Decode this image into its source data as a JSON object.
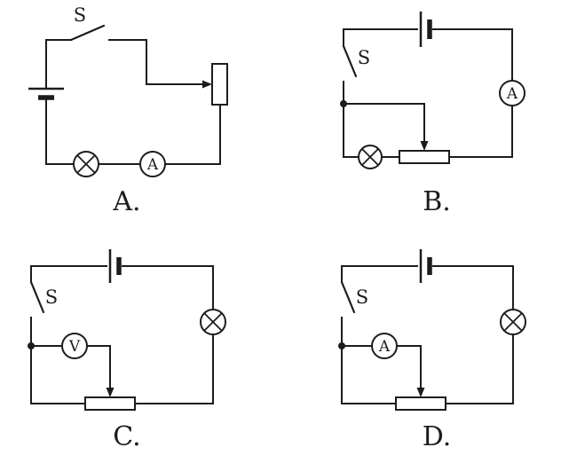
{
  "page": {
    "background": "#ffffff",
    "line_color": "#1c1c1c"
  },
  "circuits": [
    {
      "caption": "A.",
      "switch_label": "S",
      "meter_label": "A",
      "components": [
        "switch",
        "battery",
        "rheostat",
        "wiper-arrow",
        "lamp",
        "ammeter"
      ]
    },
    {
      "caption": "B.",
      "switch_label": "S",
      "meter_label": "A",
      "components": [
        "battery",
        "switch",
        "junction-dot",
        "wiper-arrow",
        "rheostat",
        "lamp",
        "ammeter"
      ]
    },
    {
      "caption": "C.",
      "switch_label": "S",
      "meter_label": "V",
      "components": [
        "battery",
        "switch",
        "junction-dot",
        "voltmeter",
        "wiper-arrow",
        "rheostat",
        "lamp"
      ]
    },
    {
      "caption": "D.",
      "switch_label": "S",
      "meter_label": "A",
      "components": [
        "battery",
        "switch",
        "junction-dot",
        "ammeter",
        "wiper-arrow",
        "rheostat",
        "lamp"
      ]
    }
  ]
}
